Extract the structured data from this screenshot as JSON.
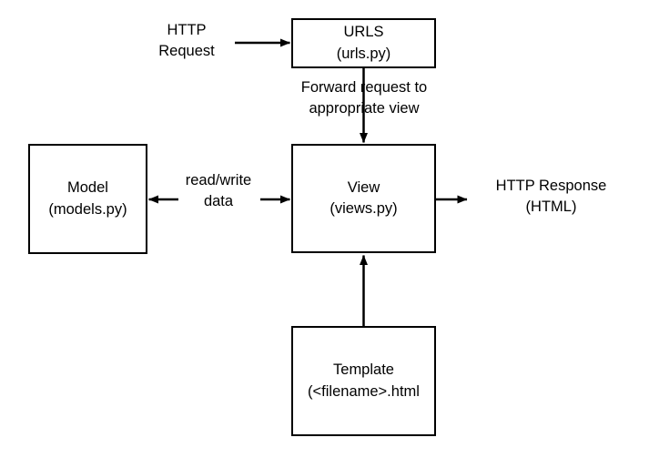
{
  "diagram": {
    "title": "Django MVT request flow",
    "background_color": "#ffffff",
    "stroke_color": "#000000",
    "nodes": [
      {
        "id": "urls",
        "name": "urls-node",
        "line1": "URLS",
        "line2": "(urls.py)"
      },
      {
        "id": "view",
        "name": "view-node",
        "line1": "View",
        "line2": "(views.py)"
      },
      {
        "id": "model",
        "name": "model-node",
        "line1": "Model",
        "line2": "(models.py)"
      },
      {
        "id": "template",
        "name": "template-node",
        "line1": "Template",
        "line2": "(<filename>.html"
      }
    ],
    "labels": [
      {
        "id": "http_request",
        "line1": "HTTP",
        "line2": "Request"
      },
      {
        "id": "forward_request",
        "line1": "Forward request to",
        "line2": "appropriate view"
      },
      {
        "id": "read_write",
        "line1": "read/write",
        "line2": "data"
      },
      {
        "id": "http_response",
        "line1": "HTTP Response",
        "line2": "(HTML)"
      }
    ],
    "edges": [
      {
        "id": "request-to-urls",
        "from": "http-request-label",
        "to": "urls",
        "direction": "right"
      },
      {
        "id": "urls-to-view",
        "from": "urls",
        "to": "view",
        "direction": "down"
      },
      {
        "id": "view-to-model",
        "from": "view",
        "to": "model",
        "direction": "left"
      },
      {
        "id": "model-to-view",
        "from": "model",
        "to": "view",
        "direction": "right"
      },
      {
        "id": "view-to-response",
        "from": "view",
        "to": "http-response-label",
        "direction": "right"
      },
      {
        "id": "template-to-view",
        "from": "template",
        "to": "view",
        "direction": "up"
      }
    ]
  }
}
